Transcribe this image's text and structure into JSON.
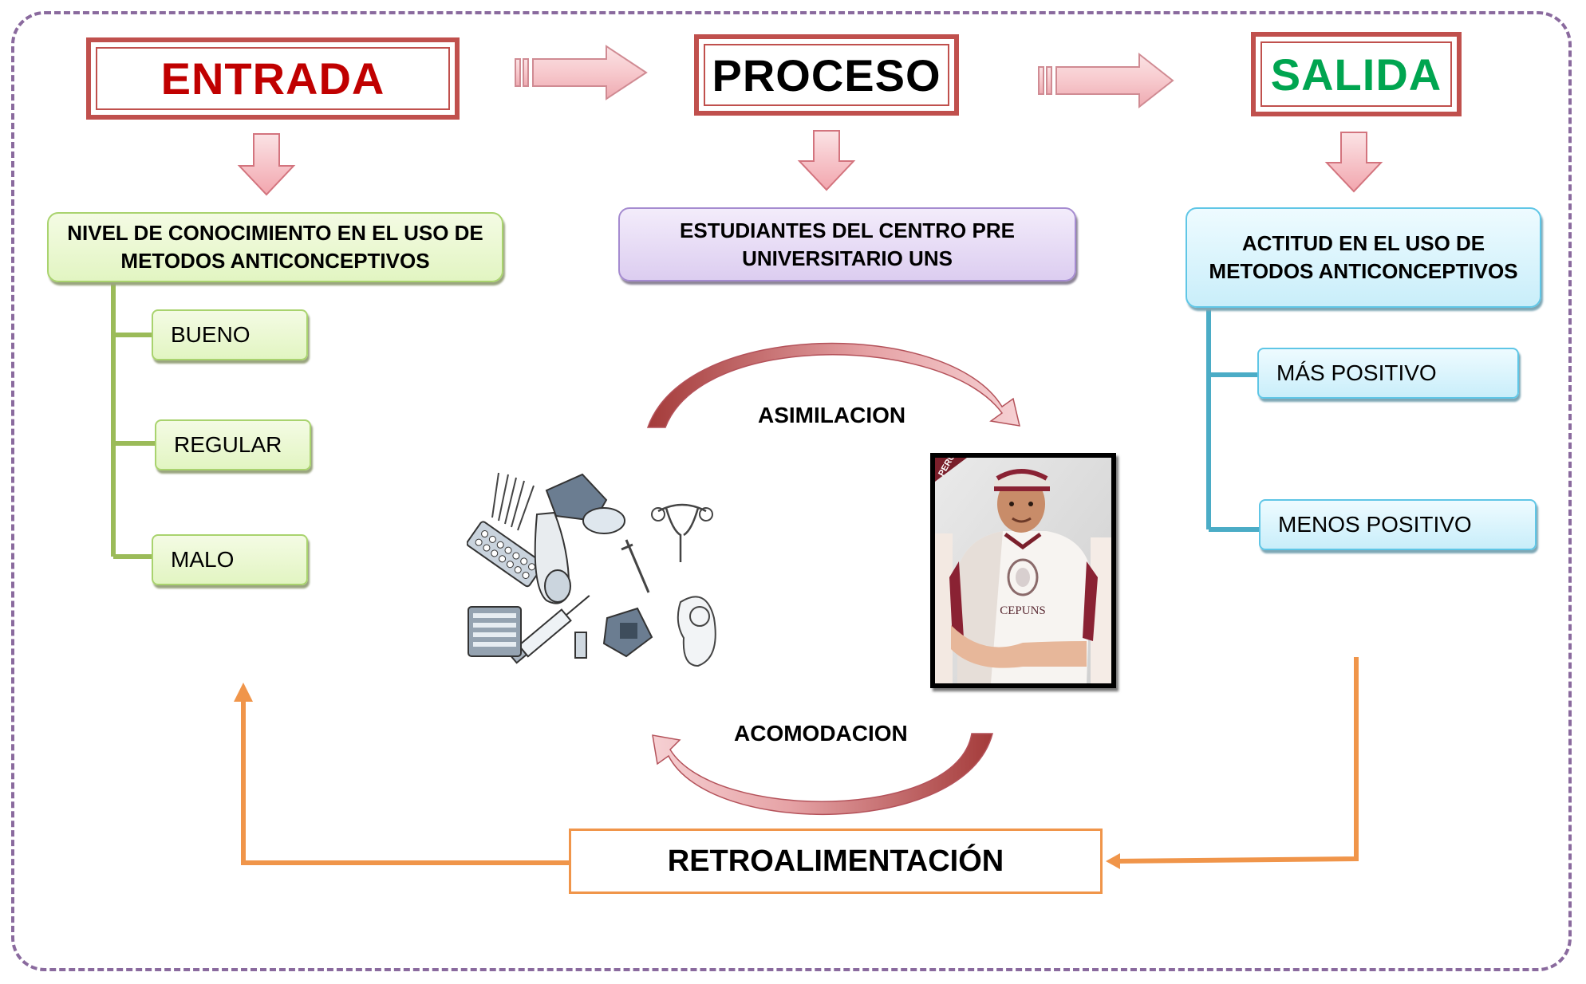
{
  "headers": {
    "entrada": {
      "label": "ENTRADA",
      "color": "#c00000"
    },
    "proceso": {
      "label": "PROCESO",
      "color": "#000000"
    },
    "salida": {
      "label": "SALIDA",
      "color": "#00a550"
    }
  },
  "entrada": {
    "title": "NIVEL DE CONOCIMIENTO EN EL USO DE METODOS ANTICONCEPTIVOS",
    "items": [
      "BUENO",
      "REGULAR",
      "MALO"
    ]
  },
  "proceso": {
    "title": "ESTUDIANTES DEL CENTRO PRE UNIVERSITARIO UNS",
    "cycle_top": "ASIMILACION",
    "cycle_bottom": "ACOMODACION",
    "images": [
      "contraceptive-methods-illustration",
      "student-photo"
    ]
  },
  "salida": {
    "title": "ACTITUD EN EL USO DE METODOS ANTICONCEPTIVOS",
    "items": [
      "MÁS POSITIVO",
      "MENOS POSITIVO"
    ]
  },
  "feedback": {
    "label": "RETROALIMENTACIÓN"
  },
  "photo": {
    "logo": "CEPUNS",
    "banner": "PERU"
  },
  "colors": {
    "frame": "#8a6a9e",
    "header_border": "#c0504d",
    "arrow_pink": "#f2b8bd",
    "green_line": "#9bbb59",
    "blue_line": "#4bacc6",
    "feedback_orange": "#f0954a",
    "cycle_arrow": "#c0504d"
  }
}
